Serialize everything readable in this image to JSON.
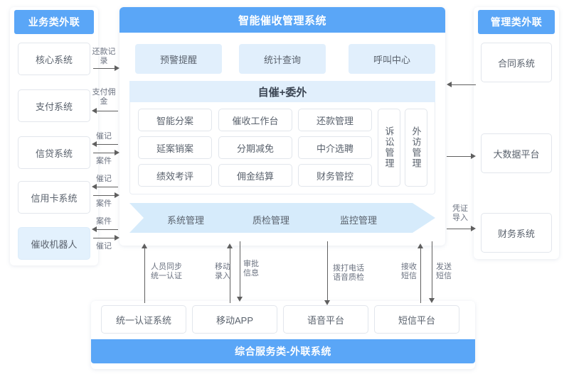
{
  "left_panel": {
    "title": "业务类外联",
    "items": [
      {
        "label": "核心系统",
        "tint": false
      },
      {
        "label": "支付系统",
        "tint": false
      },
      {
        "label": "信贷系统",
        "tint": false
      },
      {
        "label": "信用卡系统",
        "tint": false
      },
      {
        "label": "催收机器人",
        "tint": true
      }
    ]
  },
  "center_panel": {
    "title": "智能催收管理系统",
    "top_modules": [
      "预警提醒",
      "统计查询",
      "呼叫中心"
    ],
    "group": {
      "title": "自催+委外",
      "grid": [
        [
          "智能分案",
          "催收工作台",
          "还款管理"
        ],
        [
          "延案销案",
          "分期减免",
          "中介选聘"
        ],
        [
          "绩效考评",
          "佣金结算",
          "财务管控"
        ]
      ],
      "vertical": [
        "诉讼管理",
        "外访管理"
      ]
    },
    "band": {
      "labels": [
        "系统管理",
        "质检管理",
        "监控管理"
      ],
      "color": "#d6ebfb"
    }
  },
  "right_panel": {
    "title": "管理类外联",
    "items": [
      "合同系统",
      "大数据平台",
      "财务系统"
    ]
  },
  "bottom_panel": {
    "items": [
      "统一认证系统",
      "移动APP",
      "语音平台",
      "短信平台"
    ],
    "banner": "综合服务类-外联系统"
  },
  "left_flows": [
    {
      "top": "还款记录",
      "bottom": "",
      "dir_top": "right",
      "dir_bottom": ""
    },
    {
      "top": "支付佣金",
      "bottom": "",
      "dir_top": "left",
      "dir_bottom": ""
    },
    {
      "top": "催记",
      "bottom": "案件",
      "dir_top": "left",
      "dir_bottom": "right"
    },
    {
      "top": "催记",
      "bottom": "案件",
      "dir_top": "left",
      "dir_bottom": "right"
    },
    {
      "top": "案件",
      "bottom": "催记",
      "dir_top": "left",
      "dir_bottom": "right"
    }
  ],
  "right_flows": [
    {
      "label": "",
      "dir": "left"
    },
    {
      "label": "",
      "dir": "right"
    },
    {
      "label": "凭证\n导入",
      "dir": "right"
    }
  ],
  "bottom_flows": [
    {
      "label": "人员同步\n统一认证",
      "dir": "up"
    },
    {
      "label": "移动\n录入",
      "dir": "up"
    },
    {
      "label": "审批\n信息",
      "dir": "down"
    },
    {
      "label": "拨打电话\n语音质检",
      "dir": "down"
    },
    {
      "label": "接收\n短信",
      "dir": "up"
    },
    {
      "label": "发送\n短信",
      "dir": "down"
    }
  ],
  "colors": {
    "brand_blue": "#5aa6f7",
    "tint_blue": "#e1effc",
    "band_blue": "#d6ebfb",
    "card_border": "#e2e6ec",
    "text": "#5a626d",
    "arrow": "#5f5f5f"
  }
}
